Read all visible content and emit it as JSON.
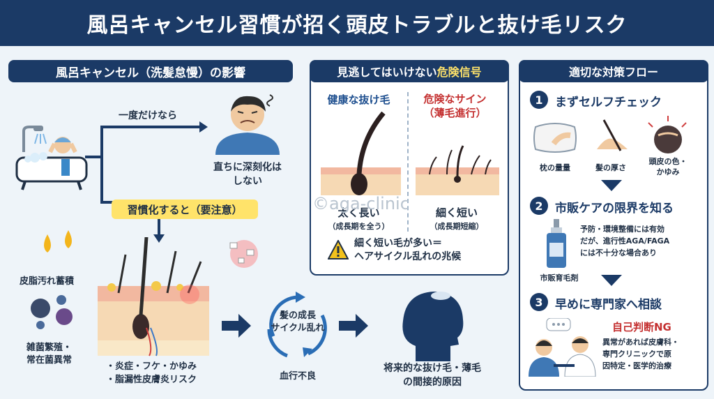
{
  "title": "風呂キャンセル習慣が招く頭皮トラブルと抜け毛リスク",
  "left": {
    "header": "風呂キャンセル（洗髪怠慢）の影響",
    "once_label": "一度だけなら",
    "once_result": "直ちに深刻化は\nしない",
    "habit_label": "習慣化すると（要注意）",
    "sebum_label": "皮脂汚れ蓄積",
    "bacteria_label": "雑菌繁殖・\n常在菌異常",
    "skin_effects": "・炎症・フケ・かゆみ\n・脂漏性皮膚炎リスク",
    "cycle_label": "髪の成長\nサイクル乱れ",
    "blood_label": "血行不良",
    "result_label": "将来的な抜け毛・薄毛\nの間接的原因"
  },
  "middle": {
    "header_plain": "見逃してはいけない",
    "header_accent": "危険信号",
    "healthy_title": "健康な抜け毛",
    "healthy_caption": "太く長い",
    "healthy_sub": "（成長期を全う）",
    "danger_title": "危険なサイン\n（薄毛進行）",
    "danger_caption": "細く短い",
    "danger_sub": "（成長期短縮）",
    "warning": "細く短い毛が多い＝\nヘアサイクル乱れの兆候"
  },
  "watermark": "©aga-clinic",
  "right": {
    "header": "適切な対策フロー",
    "steps": [
      {
        "num": "1",
        "label": "まずセルフチェック"
      },
      {
        "num": "2",
        "label": "市販ケアの限界を知る"
      },
      {
        "num": "3",
        "label": "早めに専門家へ相談"
      }
    ],
    "check_items": [
      "枕の量量",
      "髪の厚さ",
      "頭皮の色・\nかゆみ"
    ],
    "care_text": "予防・環境整備には有効\nだが、進行性AGA/FAGA\nには不十分な場合あり",
    "product_label": "市販育毛剤",
    "ng_label": "自己判断NG",
    "consult_text": "異常があれば皮膚科・\n専門クリニックで原\n因特定・医学的治療"
  },
  "colors": {
    "navy": "#1b3a66",
    "accent_yellow": "#ffe36a",
    "danger_red": "#c43030",
    "background": "#eef4f9"
  }
}
